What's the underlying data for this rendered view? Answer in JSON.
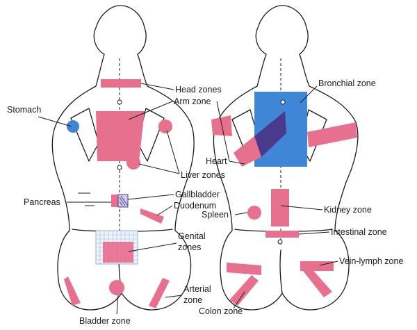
{
  "colors": {
    "zone_pink": "#e8708f",
    "zone_blue": "#3f86d6",
    "zone_purple": "#4a3a8c",
    "outline": "#1a1a1a"
  },
  "labels": {
    "head_zones": "Head zones",
    "arm_zone": "Arm zone",
    "stomach": "Stomach",
    "liver_zones": "Liver zones",
    "pancreas": "Pancreas",
    "gallbladder": "Gallbladder",
    "duodenum": "Duodenum",
    "genital_zones_1": "Genital",
    "genital_zones_2": "zones",
    "arterial_zone_1": "Arterial",
    "arterial_zone_2": "zone",
    "bladder_zone": "Bladder zone",
    "bronchial_zone": "Bronchial zone",
    "heart": "Heart",
    "kidney_zone": "Kidney zone",
    "spleen": "Spleen",
    "intestinal_zone": "Intestinal zone",
    "vein_lymph_zone": "Vein-lymph zone",
    "colon_zone": "Colon zone"
  }
}
